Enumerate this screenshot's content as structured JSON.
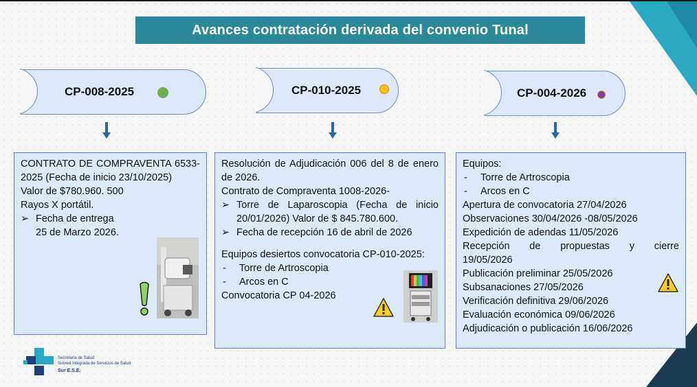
{
  "title": "Avances contratación derivada del convenio Tunal",
  "columns": [
    {
      "code": "CP-008-2025",
      "status_color": "#6ab04c",
      "lines": {
        "l1": "CONTRATO DE COMPRAVENTA 6533-2025 (Fecha de inicio 23/10/2025)",
        "l2": "Valor de $780.960. 500",
        "l3": "Rayos X portátil.",
        "b1": "Fecha de entrega",
        "b1_cont": "25 de Marzo 2026."
      },
      "icon": "exclamation-icon"
    },
    {
      "code": "CP-010-2025",
      "status_color": "#f5c518",
      "lines": {
        "l1": "Resolución de Adjudicación 006 del 8 de enero de 2026.",
        "l2": "Contrato de Compraventa 1008-2026-",
        "b1": "Torre de Laparoscopia (Fecha de inicio 20/01/2026) Valor de $ 845.780.600.",
        "b2": "Fecha de recepción 16 de abril de 2026",
        "l3": "Equipos desiertos convocatoria CP-010-2025:",
        "d1": "Torre de Artroscopia",
        "d2": "Arcos en C",
        "l4": "Convocatoria CP 04-2026"
      },
      "icon": "warning-icon"
    },
    {
      "code": "CP-004-2026",
      "status_color": "#7a3fa0",
      "lines": {
        "l1": "Equipos:",
        "d1": "Torre de Artroscopia",
        "d2": "Arcos en C",
        "l2": "Apertura de convocatoria 27/04/2026",
        "l3": "Observaciones 30/04/2026 -08/05/2026",
        "l4": "Expedición de adendas 11/05/2026",
        "l5": "Recepción de propuestas y cierre 19/05/2026",
        "l6": "Publicación preliminar 25/05/2026",
        "l7": "Subsanaciones 27/05/2026",
        "l8": "Verificación definitiva 29/06/2026",
        "l9": "Evaluación económica 09/06/2026",
        "l10": "Adjudicación o publicación 16/06/2026"
      },
      "icon": "warning-icon"
    }
  ],
  "marker_arrow": "➢",
  "marker_dash": "-",
  "logo": {
    "line1": "Secretaría de Salud",
    "line2": "Subred Integrada de Servicios de Salud",
    "line3": "Sur E.S.E."
  },
  "colors": {
    "title_bg": "#2a8a9c",
    "box_bg": "#dde8f8",
    "box_border": "#5b80c2",
    "arrow": "#2e63b0",
    "accent_teal": "#2aa9c4"
  }
}
